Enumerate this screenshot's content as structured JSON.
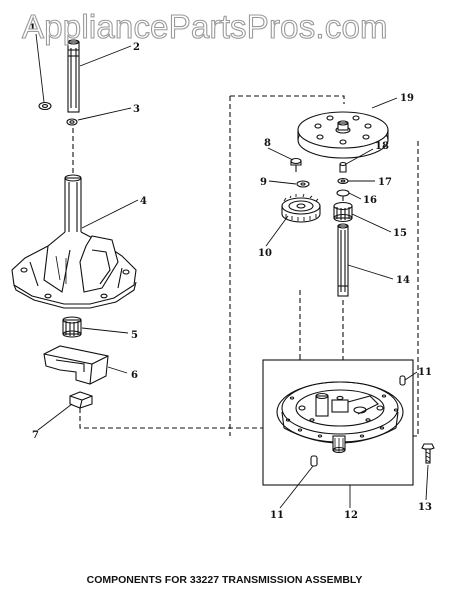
{
  "watermark": "AppliancePartsPros.com",
  "caption": "COMPONENTS FOR 33227 TRANSMISSION ASSEMBLY",
  "callouts": {
    "c1": "1",
    "c2": "2",
    "c3": "3",
    "c4": "4",
    "c5": "5",
    "c6": "6",
    "c7": "7",
    "c8": "8",
    "c9": "9",
    "c10": "10",
    "c11a": "11",
    "c11b": "11",
    "c12": "12",
    "c13": "13",
    "c14": "14",
    "c15": "15",
    "c16": "16",
    "c17": "17",
    "c18": "18",
    "c19": "19"
  }
}
